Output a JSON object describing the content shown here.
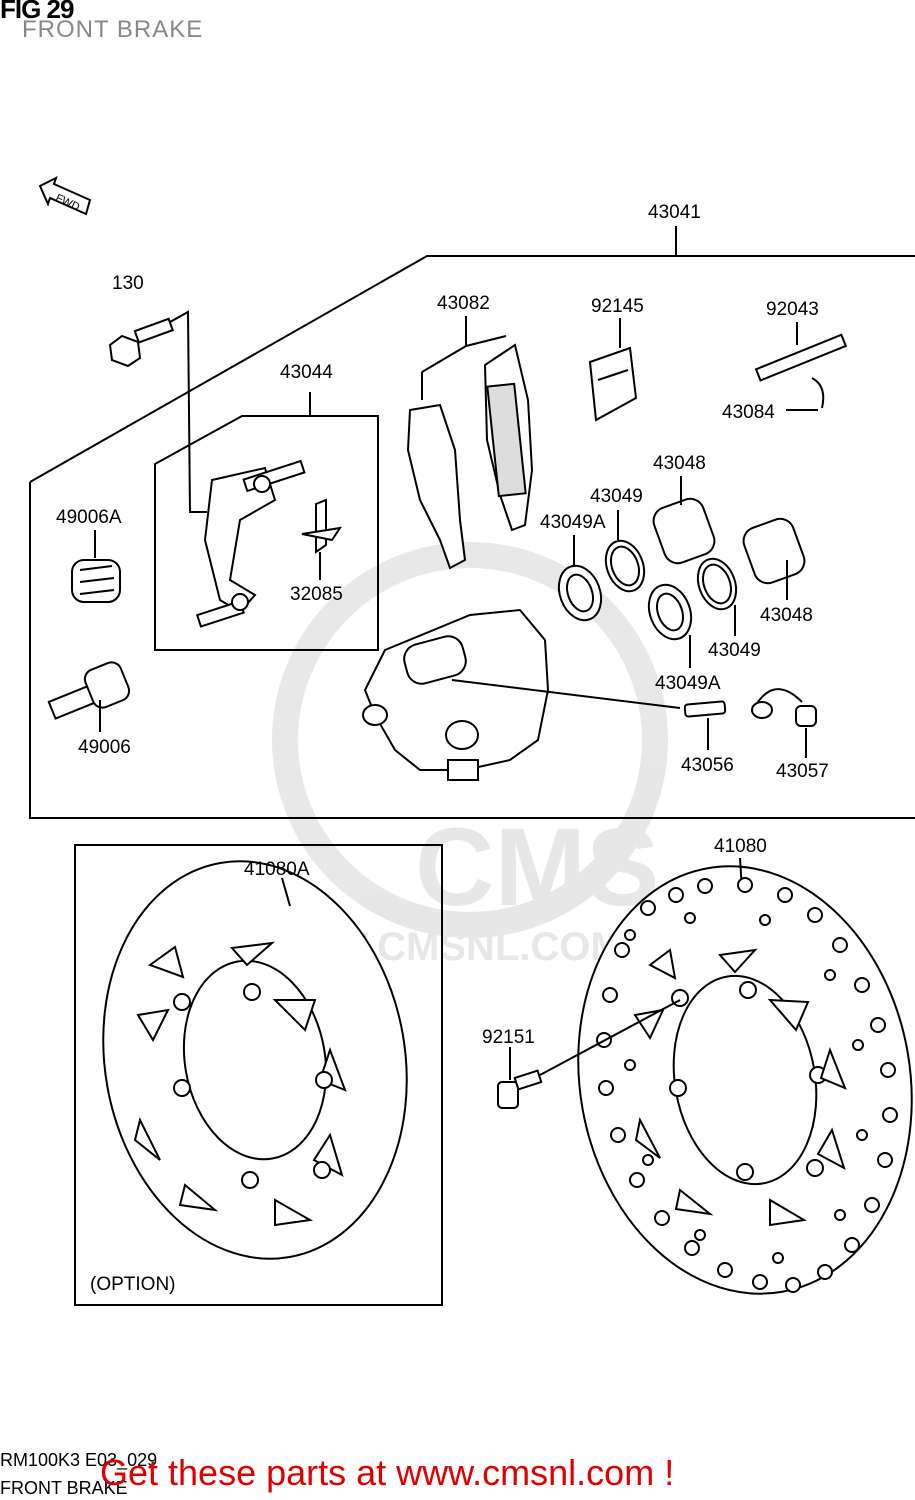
{
  "header": {
    "figure": "FIG 29",
    "subtitle": "FRONT BRAKE"
  },
  "watermark": {
    "brand": "CMS",
    "url": "WWW.CMSNL.COM"
  },
  "labels": {
    "fwd": "FWD",
    "p43041": "43041",
    "p130": "130",
    "p43082": "43082",
    "p92145": "92145",
    "p92043": "92043",
    "p43084": "43084",
    "p43044": "43044",
    "p49006A": "49006A",
    "p32085": "32085",
    "p43048a": "43048",
    "p43049a": "43049",
    "p43049Aa": "43049A",
    "p43048b": "43048",
    "p43049b": "43049",
    "p43049Ab": "43049A",
    "p49006": "49006",
    "p43056": "43056",
    "p43057": "43057",
    "p41080A": "41080A",
    "p41080": "41080",
    "p92151": "92151",
    "option": "(OPTION)"
  },
  "footer": {
    "code": "RM100K3 E03_029",
    "caption": "FRONT BRAKE",
    "link": "Get these parts at www.cmsnl.com !"
  },
  "colors": {
    "link": "#e00000",
    "ink": "#000000",
    "watermark": "#d8d8d8"
  }
}
